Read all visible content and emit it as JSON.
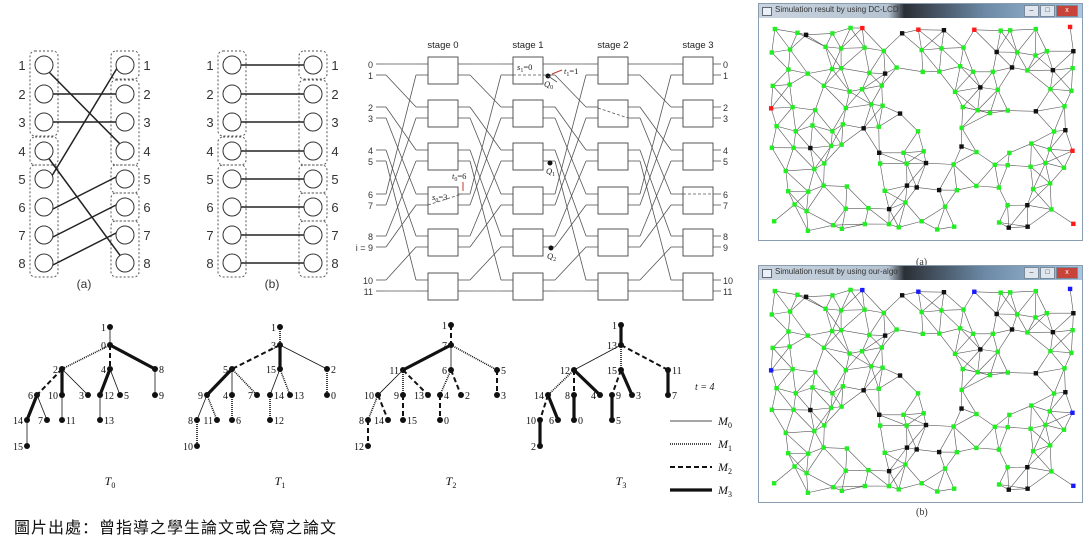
{
  "matching": {
    "a": {
      "caption": "(a)",
      "left_labels": [
        "1",
        "2",
        "3",
        "4",
        "5",
        "6",
        "7",
        "8"
      ],
      "right_labels": [
        "1",
        "2",
        "3",
        "4",
        "5",
        "6",
        "7",
        "8"
      ],
      "left_groups": [
        [
          1,
          3
        ],
        [
          4,
          4
        ],
        [
          5,
          8
        ]
      ],
      "right_groups": [
        [
          1,
          1
        ],
        [
          2,
          4
        ],
        [
          5,
          5
        ],
        [
          6,
          6
        ],
        [
          7,
          8
        ]
      ],
      "edges": [
        [
          1,
          4
        ],
        [
          2,
          2
        ],
        [
          3,
          3
        ],
        [
          4,
          8
        ],
        [
          5,
          1
        ],
        [
          6,
          5
        ],
        [
          7,
          6
        ],
        [
          8,
          7
        ]
      ]
    },
    "b": {
      "caption": "(b)",
      "left_labels": [
        "1",
        "2",
        "3",
        "4",
        "5",
        "6",
        "7",
        "8"
      ],
      "right_labels": [
        "1",
        "2",
        "3",
        "4",
        "5",
        "6",
        "7",
        "8"
      ],
      "left_groups": [
        [
          1,
          3
        ],
        [
          4,
          4
        ],
        [
          5,
          8
        ]
      ],
      "right_groups": [
        [
          1,
          1
        ],
        [
          2,
          4
        ],
        [
          5,
          5
        ],
        [
          6,
          6
        ],
        [
          7,
          8
        ]
      ],
      "edges": [
        [
          1,
          1
        ],
        [
          2,
          2
        ],
        [
          3,
          3
        ],
        [
          4,
          4
        ],
        [
          5,
          5
        ],
        [
          6,
          6
        ],
        [
          7,
          7
        ],
        [
          8,
          8
        ]
      ]
    }
  },
  "network": {
    "stages": [
      "stage 0",
      "stage 1",
      "stage 2",
      "stage 3"
    ],
    "inputs": [
      "0",
      "1",
      "2",
      "3",
      "4",
      "5",
      "6",
      "7",
      "8",
      "i = 9",
      "10",
      "11"
    ],
    "outputs": [
      "0",
      "1",
      "2",
      "3",
      "4",
      "5",
      "6",
      "7",
      "8",
      "9",
      "10",
      "11"
    ],
    "annotations": {
      "s1": "s",
      "s1_sub": "1",
      "s1_val": "=0",
      "t1": "t",
      "t1_sub": "1",
      "t1_val": "=1",
      "t0": "t",
      "t0_sub": "0",
      "t0_val": "=6",
      "s0": "s",
      "s0_sub": "0",
      "s0_val": "=3",
      "q0": "Q",
      "q0_sub": "0",
      "q1": "Q",
      "q1_sub": "1",
      "q2": "Q",
      "q2_sub": "2"
    },
    "arrow_color": "#c0392b"
  },
  "trees": [
    {
      "label": "T",
      "sub": "0",
      "root": "1",
      "edges": [
        [
          "1",
          "0",
          "M0"
        ],
        [
          "0",
          "2",
          "M1"
        ],
        [
          "0",
          "4",
          "M2"
        ],
        [
          "0",
          "8",
          "M3"
        ],
        [
          "2",
          "6",
          "M2"
        ],
        [
          "2",
          "10",
          "M3"
        ],
        [
          "2",
          "3",
          "M0"
        ],
        [
          "4",
          "12",
          "M3"
        ],
        [
          "4",
          "5",
          "M0"
        ],
        [
          "8",
          "9",
          "M0"
        ],
        [
          "6",
          "14",
          "M3"
        ],
        [
          "6",
          "7",
          "M0"
        ],
        [
          "10",
          "11",
          "M0"
        ],
        [
          "12",
          "13",
          "M0"
        ],
        [
          "14",
          "15",
          "M0"
        ]
      ]
    },
    {
      "label": "T",
      "sub": "1",
      "root": "1",
      "edges": [
        [
          "1",
          "3",
          "M1"
        ],
        [
          "3",
          "5",
          "M2"
        ],
        [
          "3",
          "15",
          "M3"
        ],
        [
          "3",
          "2",
          "M0"
        ],
        [
          "5",
          "9",
          "M3"
        ],
        [
          "5",
          "4",
          "M0"
        ],
        [
          "5",
          "7",
          "M1"
        ],
        [
          "15",
          "14",
          "M0"
        ],
        [
          "15",
          "13",
          "M1"
        ],
        [
          "2",
          "0",
          "M1"
        ],
        [
          "9",
          "8",
          "M0"
        ],
        [
          "9",
          "11",
          "M1"
        ],
        [
          "4",
          "6",
          "M1"
        ],
        [
          "14",
          "12",
          "M1"
        ],
        [
          "8",
          "10",
          "M1"
        ]
      ]
    },
    {
      "label": "T",
      "sub": "2",
      "root": "1",
      "edges": [
        [
          "1",
          "7",
          "M2"
        ],
        [
          "7",
          "11",
          "M3"
        ],
        [
          "7",
          "6",
          "M0"
        ],
        [
          "7",
          "5",
          "M1"
        ],
        [
          "11",
          "10",
          "M0"
        ],
        [
          "11",
          "9",
          "M1"
        ],
        [
          "11",
          "13",
          "M2"
        ],
        [
          "6",
          "4",
          "M1"
        ],
        [
          "6",
          "2",
          "M2"
        ],
        [
          "5",
          "3",
          "M2"
        ],
        [
          "10",
          "8",
          "M1"
        ],
        [
          "10",
          "14",
          "M2"
        ],
        [
          "9",
          "15",
          "M2"
        ],
        [
          "4",
          "0",
          "M2"
        ],
        [
          "8",
          "12",
          "M2"
        ]
      ]
    },
    {
      "label": "T",
      "sub": "3",
      "root": "1",
      "edges": [
        [
          "1",
          "13",
          "M3"
        ],
        [
          "13",
          "12",
          "M0"
        ],
        [
          "13",
          "15",
          "M1"
        ],
        [
          "13",
          "11",
          "M2"
        ],
        [
          "12",
          "14",
          "M1"
        ],
        [
          "12",
          "8",
          "M2"
        ],
        [
          "12",
          "4",
          "M3"
        ],
        [
          "15",
          "9",
          "M2"
        ],
        [
          "15",
          "3",
          "M3"
        ],
        [
          "11",
          "7",
          "M3"
        ],
        [
          "14",
          "10",
          "M2"
        ],
        [
          "14",
          "6",
          "M3"
        ],
        [
          "8",
          "0",
          "M3"
        ],
        [
          "9",
          "5",
          "M3"
        ],
        [
          "10",
          "2",
          "M3"
        ]
      ]
    }
  ],
  "legend": {
    "time": "t = 4",
    "items": [
      {
        "key": "M0",
        "label": "M",
        "sub": "0"
      },
      {
        "key": "M1",
        "label": "M",
        "sub": "1"
      },
      {
        "key": "M2",
        "label": "M",
        "sub": "2"
      },
      {
        "key": "M3",
        "label": "M",
        "sub": "3"
      }
    ]
  },
  "simulations": [
    {
      "title": "Simulation result by using DC-LCD",
      "caption": "(a)",
      "boundary_color": "#ff1a1a",
      "window_buttons": [
        "–",
        "□",
        "x"
      ]
    },
    {
      "title": "Simulation result by using our-algo",
      "caption": "(b)",
      "boundary_color": "#1a1aff",
      "window_buttons": [
        "–",
        "□",
        "x"
      ]
    }
  ],
  "colors": {
    "green_node": "#22ee22",
    "black_node": "#111111",
    "red_node": "#ff1a1a",
    "blue_node": "#1a1aff"
  },
  "caption": "圖片出處：曾指導之學生論文或合寫之論文"
}
